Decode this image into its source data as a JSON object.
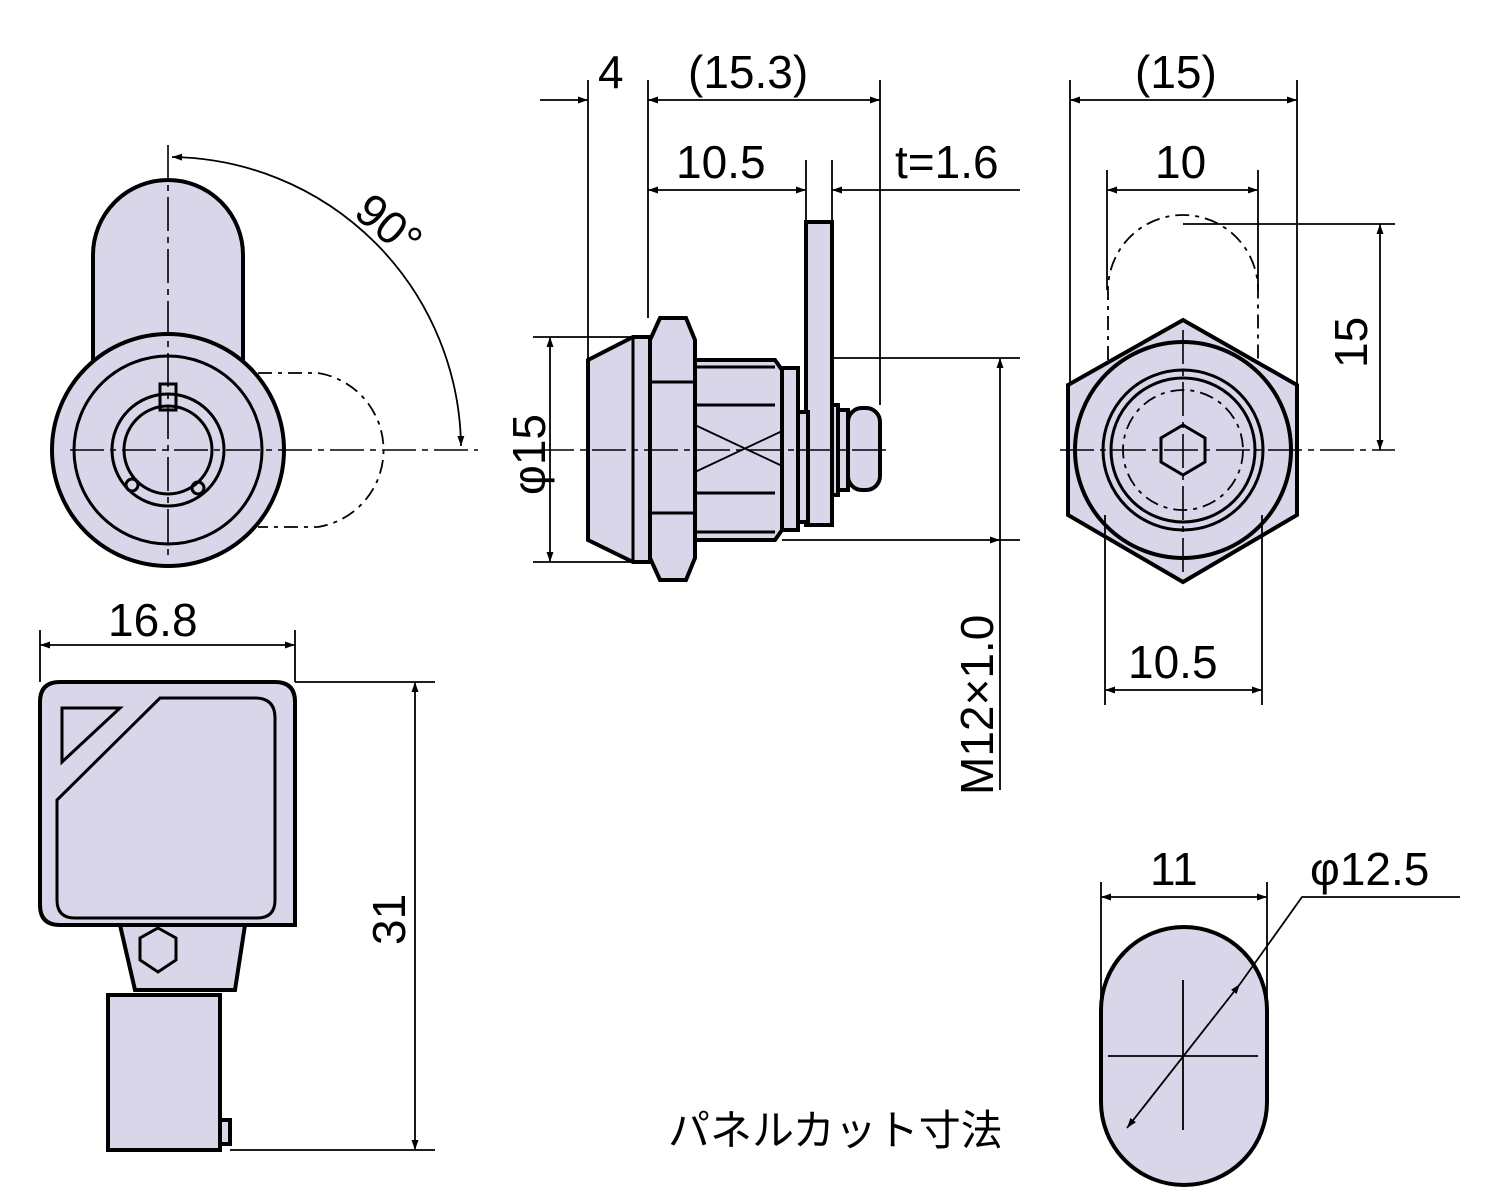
{
  "drawing": {
    "front_view": {
      "angle_label": "90°"
    },
    "side_view": {
      "dim_flange": "4",
      "dim_overall": "(15.3)",
      "dim_body": "10.5",
      "dim_cam_thickness": "t=1.6",
      "dim_diameter": "φ15",
      "thread_label": "M12×1.0"
    },
    "rear_view": {
      "dim_width": "(15)",
      "dim_cam_width": "10",
      "dim_cam_height": "15",
      "dim_hex": "10.5"
    },
    "key_view": {
      "dim_width": "16.8",
      "dim_height": "31"
    },
    "panel_cut": {
      "dim_flat": "11",
      "dim_diameter": "φ12.5",
      "label": "パネルカット寸法"
    },
    "colors": {
      "fill": "#d9d6ea",
      "line": "#000000"
    }
  }
}
